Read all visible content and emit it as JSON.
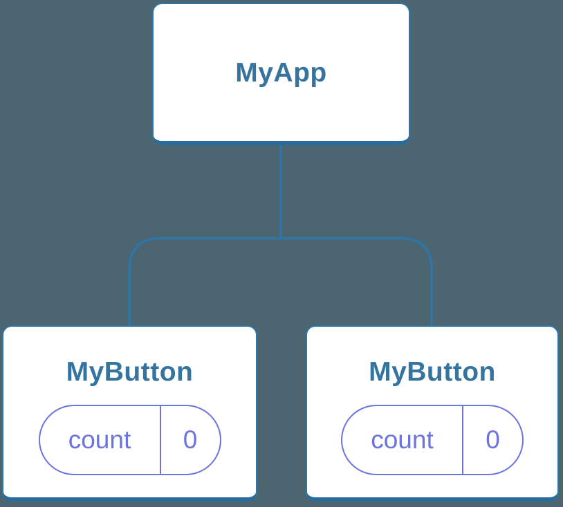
{
  "diagram": {
    "description": "component-tree",
    "root": {
      "label": "MyApp"
    },
    "children": [
      {
        "label": "MyButton",
        "state": {
          "name": "count",
          "value": "0"
        }
      },
      {
        "label": "MyButton",
        "state": {
          "name": "count",
          "value": "0"
        }
      }
    ]
  },
  "colors": {
    "background": "#4C6671",
    "node_fill": "#FFFFFF",
    "node_border": "#2E75A8",
    "node_border_bottom": "#296C9C",
    "node_title_text": "#35749E",
    "connector_line": "#2E75A8",
    "state_accent": "#6B74DE"
  }
}
